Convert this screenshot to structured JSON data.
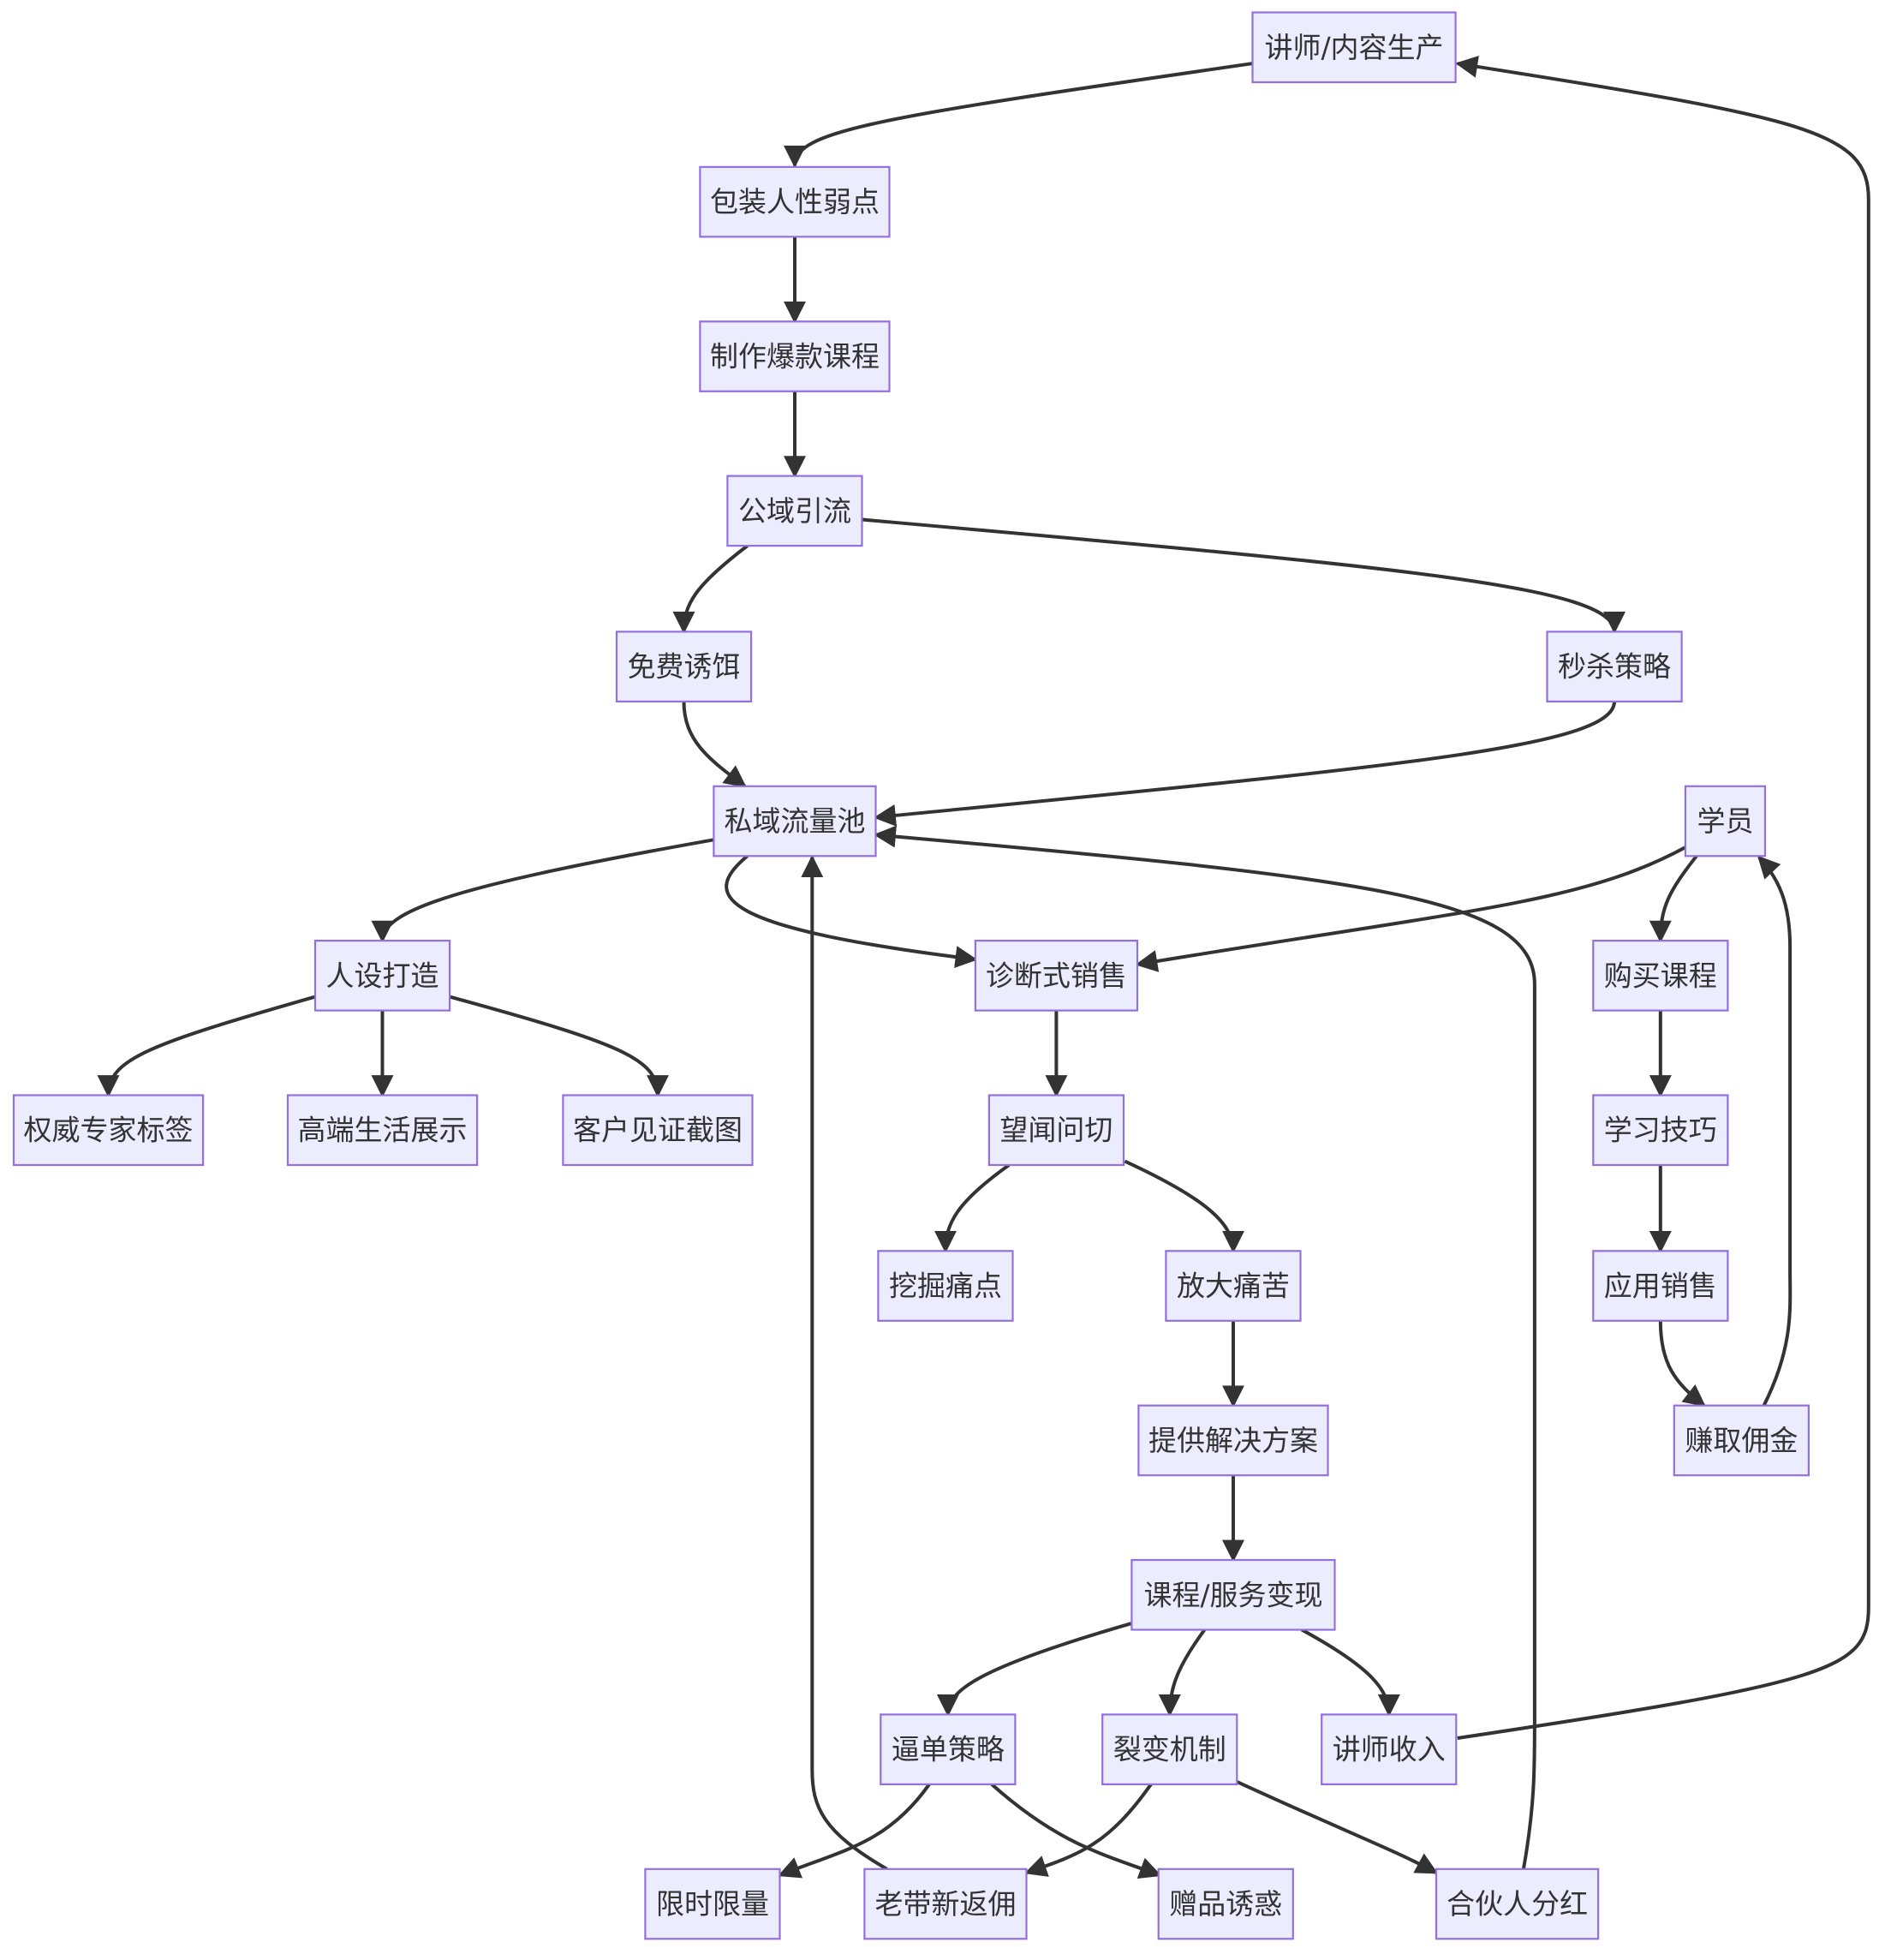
{
  "diagram": {
    "nodes": [
      {
        "id": "lecturer",
        "label": "讲师/内容生产"
      },
      {
        "id": "package",
        "label": "包装人性弱点"
      },
      {
        "id": "course",
        "label": "制作爆款课程"
      },
      {
        "id": "public",
        "label": "公域引流"
      },
      {
        "id": "bait",
        "label": "免费诱饵"
      },
      {
        "id": "flash",
        "label": "秒杀策略"
      },
      {
        "id": "pool",
        "label": "私域流量池"
      },
      {
        "id": "student",
        "label": "学员"
      },
      {
        "id": "persona",
        "label": "人设打造"
      },
      {
        "id": "diagnose",
        "label": "诊断式销售"
      },
      {
        "id": "buy",
        "label": "购买课程"
      },
      {
        "id": "expert",
        "label": "权威专家标签"
      },
      {
        "id": "lifestyle",
        "label": "高端生活展示"
      },
      {
        "id": "testimony",
        "label": "客户见证截图"
      },
      {
        "id": "inspect",
        "label": "望闻问切"
      },
      {
        "id": "learn",
        "label": "学习技巧"
      },
      {
        "id": "painpoint",
        "label": "挖掘痛点"
      },
      {
        "id": "amplify",
        "label": "放大痛苦"
      },
      {
        "id": "apply",
        "label": "应用销售"
      },
      {
        "id": "solution",
        "label": "提供解决方案"
      },
      {
        "id": "commission",
        "label": "赚取佣金"
      },
      {
        "id": "monetize",
        "label": "课程/服务变现"
      },
      {
        "id": "pressure",
        "label": "逼单策略"
      },
      {
        "id": "fission",
        "label": "裂变机制"
      },
      {
        "id": "income",
        "label": "讲师收入"
      },
      {
        "id": "limited",
        "label": "限时限量"
      },
      {
        "id": "referral",
        "label": "老带新返佣"
      },
      {
        "id": "gift",
        "label": "赠品诱惑"
      },
      {
        "id": "partner",
        "label": "合伙人分红"
      }
    ],
    "edges": [
      {
        "from": "lecturer",
        "to": "package"
      },
      {
        "from": "package",
        "to": "course"
      },
      {
        "from": "course",
        "to": "public"
      },
      {
        "from": "public",
        "to": "bait"
      },
      {
        "from": "public",
        "to": "flash"
      },
      {
        "from": "bait",
        "to": "pool"
      },
      {
        "from": "flash",
        "to": "pool"
      },
      {
        "from": "pool",
        "to": "persona"
      },
      {
        "from": "pool",
        "to": "diagnose"
      },
      {
        "from": "persona",
        "to": "expert"
      },
      {
        "from": "persona",
        "to": "lifestyle"
      },
      {
        "from": "persona",
        "to": "testimony"
      },
      {
        "from": "diagnose",
        "to": "inspect"
      },
      {
        "from": "inspect",
        "to": "painpoint"
      },
      {
        "from": "inspect",
        "to": "amplify"
      },
      {
        "from": "amplify",
        "to": "solution"
      },
      {
        "from": "solution",
        "to": "monetize"
      },
      {
        "from": "monetize",
        "to": "pressure"
      },
      {
        "from": "monetize",
        "to": "fission"
      },
      {
        "from": "monetize",
        "to": "income"
      },
      {
        "from": "pressure",
        "to": "limited"
      },
      {
        "from": "pressure",
        "to": "gift"
      },
      {
        "from": "fission",
        "to": "referral"
      },
      {
        "from": "fission",
        "to": "partner"
      },
      {
        "from": "referral",
        "to": "pool"
      },
      {
        "from": "partner",
        "to": "pool"
      },
      {
        "from": "income",
        "to": "lecturer"
      },
      {
        "from": "student",
        "to": "diagnose"
      },
      {
        "from": "student",
        "to": "buy"
      },
      {
        "from": "buy",
        "to": "learn"
      },
      {
        "from": "learn",
        "to": "apply"
      },
      {
        "from": "apply",
        "to": "commission"
      },
      {
        "from": "commission",
        "to": "student"
      }
    ]
  }
}
